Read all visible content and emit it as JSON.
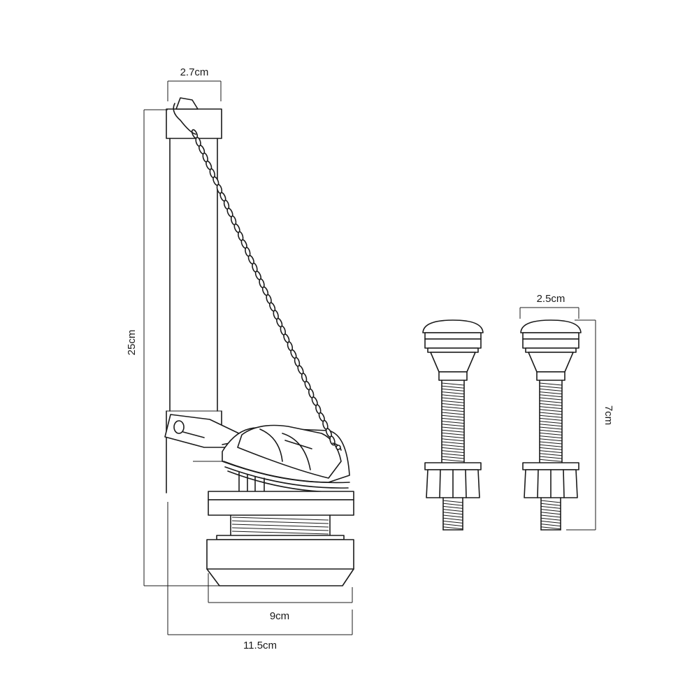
{
  "dimensions": {
    "flush_top_width": "2.7cm",
    "flush_height": "25cm",
    "base_width": "9cm",
    "overall_width": "11.5cm",
    "bolt_head_width": "2.5cm",
    "bolt_length": "7cm"
  }
}
